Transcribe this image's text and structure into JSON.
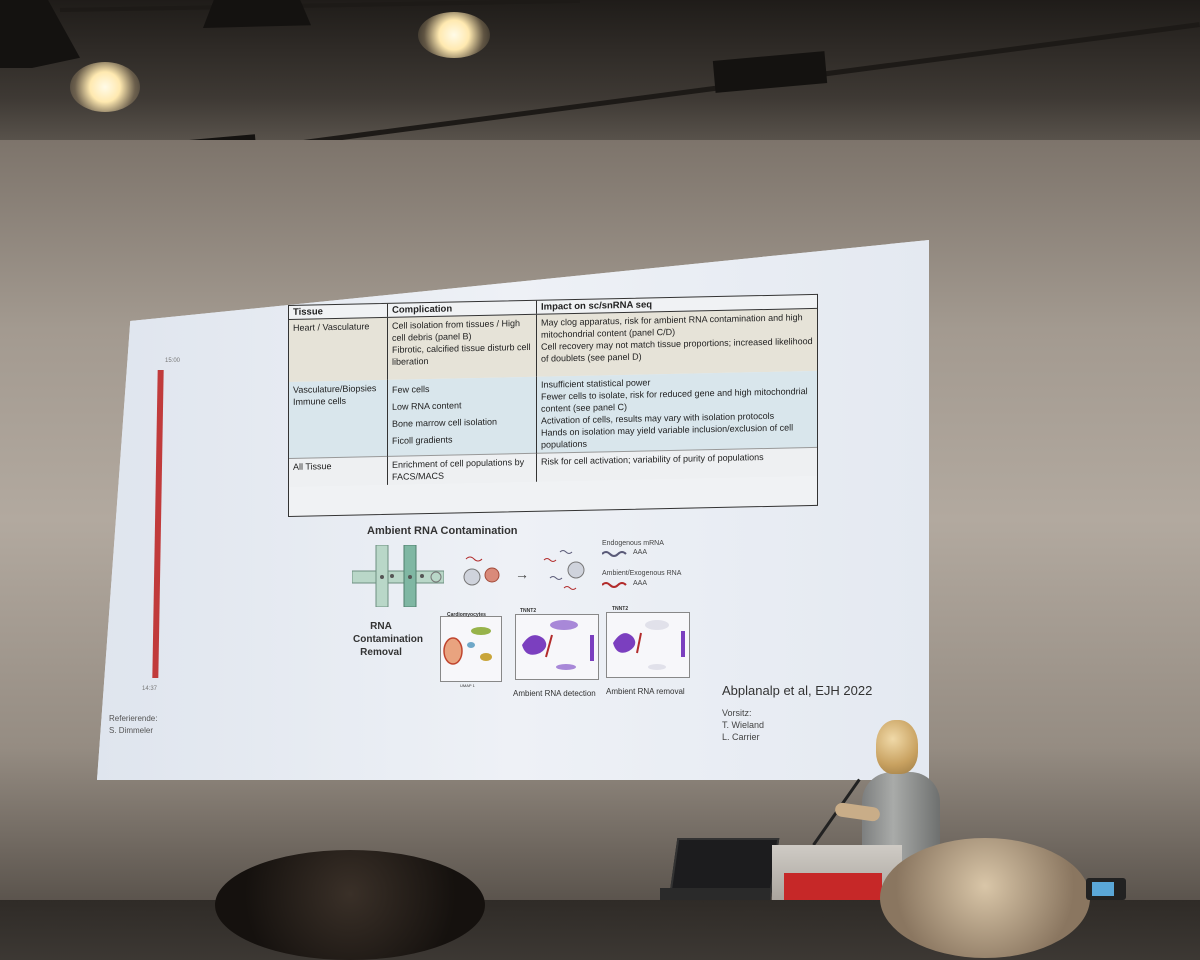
{
  "slide": {
    "timer": {
      "start": "15:00",
      "end": "14:37"
    },
    "reporter_label": "Referierende:",
    "reporter_name": "S. Dimmeler",
    "table": {
      "headers": [
        "Tissue",
        "Complication",
        "Impact on sc/snRNA seq"
      ],
      "rows": [
        {
          "tissue": "Heart / Vasculature",
          "complication": "Cell isolation from tissues / High cell debris (panel B)\nFibrotic, calcified tissue disturb cell liberation",
          "impact": "May clog apparatus, risk for ambient RNA contamination and high mitochondrial content (panel C/D)\nCell recovery may not match tissue proportions; increased likelihood of doublets (see panel D)"
        },
        {
          "tissue": "Vasculature/Biopsies\nImmune cells",
          "complication": "Few cells\nLow RNA content\nBone marrow cell isolation\nFicoll gradients",
          "impact": "Insufficient statistical power\nFewer cells to isolate, risk for reduced gene and high mitochondrial content (see panel C)\nActivation of cells, results may vary with isolation protocols\nHands on isolation may yield variable inclusion/exclusion of cell populations"
        },
        {
          "tissue": "All Tissue",
          "complication": "Enrichment of cell populations by FACS/MACS",
          "impact": "Risk for cell activation;  variability of purity of populations"
        }
      ]
    },
    "figure": {
      "title": "Ambient RNA Contamination",
      "legend_endogenous": "Endogenous mRNA",
      "legend_ambient": "Ambient/Exogenous RNA",
      "poly_a": "AAA",
      "removal_label": "RNA Contamination Removal",
      "umap1_title": "Cardiomyocytes",
      "umap2_title": "TNNT2",
      "umap3_title": "TNNT2",
      "axis_label": "UMAP 1",
      "caption_detection": "Ambient RNA detection",
      "caption_removal": "Ambient RNA removal"
    },
    "citation": "Abplanalp et al, EJH 2022",
    "chairs_label": "Vorsitz:",
    "chairs": [
      "T. Wieland",
      "L. Carrier"
    ]
  },
  "colors": {
    "timer_bar": "#c13b3b",
    "endogenous": "#5a5a78",
    "ambient": "#b22b2b",
    "umap_purple": "#7b3fbf",
    "podium_red": "#c62828"
  }
}
